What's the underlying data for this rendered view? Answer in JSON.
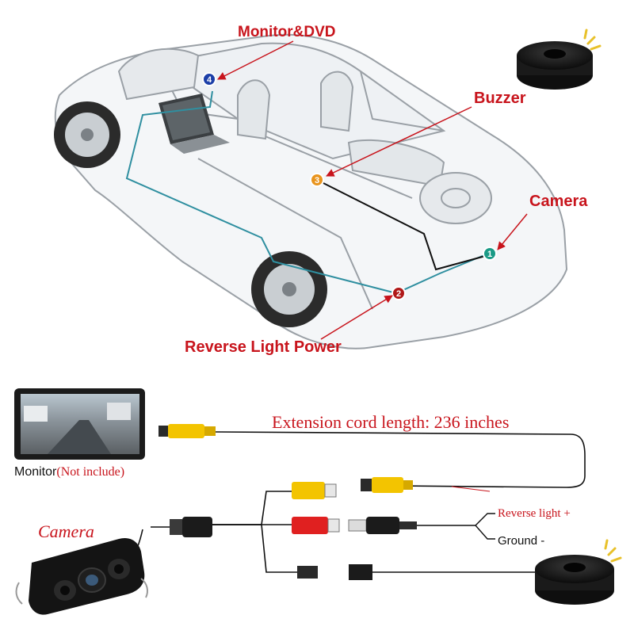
{
  "labels": {
    "monitor_dvd": "Monitor&DVD",
    "buzzer": "Buzzer",
    "camera": "Camera",
    "reverse_light_power": "Reverse Light Power",
    "extension_cord": "Extension cord length: 236 inches",
    "monitor_prefix": "Monitor",
    "monitor_note": "(Not include)",
    "camera_handwritten": "Camera",
    "reverse_light_plus": "Reverse light +",
    "ground": "Ground -"
  },
  "markers": [
    {
      "number": "1",
      "meaning": "Camera",
      "color": "#1a9a86"
    },
    {
      "number": "2",
      "meaning": "Reverse Light Power",
      "color": "#b01818"
    },
    {
      "number": "3",
      "meaning": "Buzzer",
      "color": "#e8941e"
    },
    {
      "number": "4",
      "meaning": "Monitor&DVD",
      "color": "#1c3fa8"
    }
  ],
  "colors": {
    "label_red": "#c8141c",
    "wire_teal": "#2f8fa0",
    "wire_black": "#111111",
    "rca_yellow": "#f3c400",
    "power_red": "#e02020"
  },
  "icons": [
    "car-icon",
    "monitor-icon",
    "buzzer-icon",
    "camera-icon",
    "rca-plug-icon",
    "dc-plug-icon"
  ]
}
